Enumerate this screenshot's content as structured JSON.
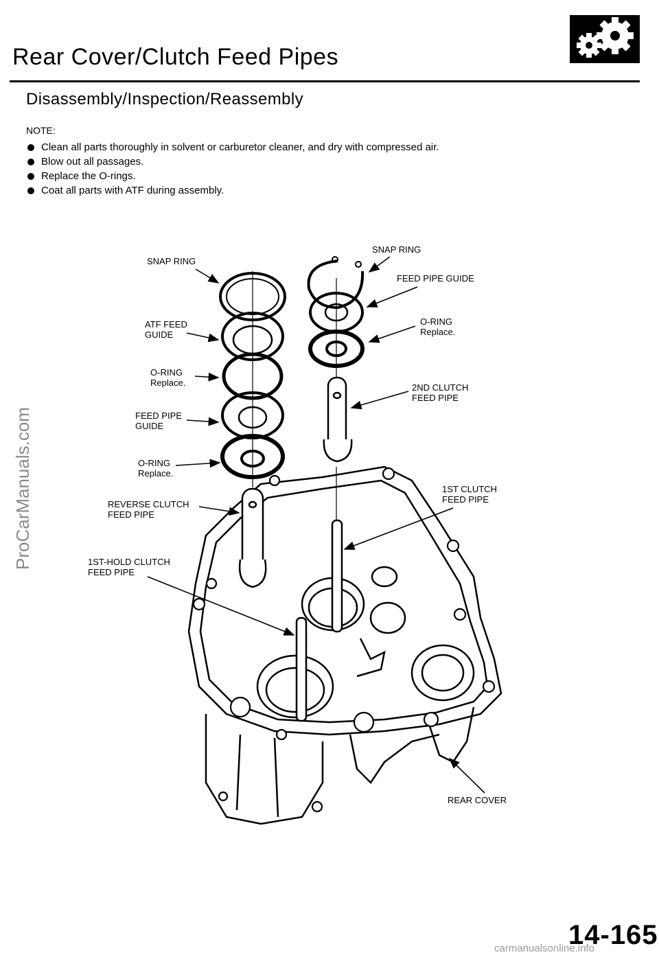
{
  "header": {
    "title": "Rear Cover/Clutch Feed Pipes",
    "logo_icon": "gears-icon"
  },
  "section_title": "Disassembly/Inspection/Reassembly",
  "notes": {
    "label": "NOTE:",
    "items": [
      "Clean all parts thoroughly in solvent or carburetor cleaner, and dry with compressed air.",
      "Blow out all passages.",
      "Replace the O-rings.",
      "Coat all parts with ATF during assembly."
    ]
  },
  "diagram": {
    "labels": {
      "snap_ring_left": "SNAP RING",
      "atf_feed_guide_1": "ATF FEED",
      "atf_feed_guide_2": "GUIDE",
      "oring_left_1": "O-RING",
      "oring_left_2": "Replace.",
      "feed_pipe_guide_left_1": "FEED PIPE",
      "feed_pipe_guide_left_2": "GUIDE",
      "oring_left2_1": "O-RING",
      "oring_left2_2": "Replace.",
      "reverse_clutch_1": "REVERSE CLUTCH",
      "reverse_clutch_2": "FEED PIPE",
      "hold_clutch_1": "1ST-HOLD CLUTCH",
      "hold_clutch_2": "FEED PIPE",
      "snap_ring_right": "SNAP RING",
      "feed_pipe_guide_right": "FEED PIPE GUIDE",
      "oring_right_1": "O-RING",
      "oring_right_2": "Replace.",
      "second_clutch_1": "2ND CLUTCH",
      "second_clutch_2": "FEED PIPE",
      "first_clutch_1": "1ST CLUTCH",
      "first_clutch_2": "FEED PIPE",
      "rear_cover": "REAR COVER"
    }
  },
  "footer": {
    "page_number": "14-165",
    "watermark_side": "ProCarManuals.com",
    "watermark_bottom": "carmanualsonline.info"
  }
}
